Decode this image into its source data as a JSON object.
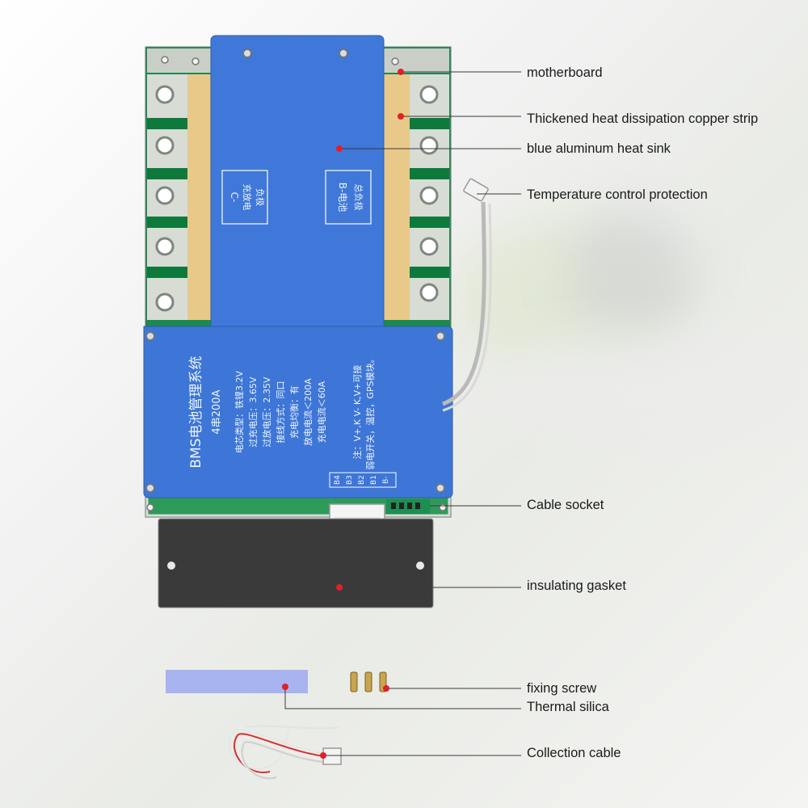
{
  "colors": {
    "heatsink_blue": "#3f78d8",
    "copper_strip": "#e8c98a",
    "pcb_green": "#0e8a44",
    "gasket_dark": "#3a3a3a",
    "leader_dot": "#e0202a",
    "silica_pad": "#a8b4ef"
  },
  "labels": {
    "motherboard": "motherboard",
    "copper_strip": "Thickened heat dissipation copper strip",
    "heat_sink": "blue aluminum heat sink",
    "temperature": "Temperature control protection",
    "cable_socket": "Cable socket",
    "gasket": "insulating gasket",
    "fixing_screw": "fixing screw",
    "thermal_silica": "Thermal silica",
    "collection_cable": "Collection cable"
  },
  "board": {
    "c_minus_line1": "C-",
    "c_minus_line2": "充放电",
    "c_minus_line3": "负极",
    "b_minus_line1": "B-电池",
    "b_minus_line2": "总负极",
    "title": "BMS电池管理系统",
    "model": "4串200A",
    "specs": [
      "电芯类型：铁锂3.2V",
      "过充电压：3.65V",
      "过放电压：2.35V",
      "接线方式：同口",
      "充电均衡：有",
      "放电电流＜200A",
      "充电电流＜60A"
    ],
    "note1": "注：V+,K V- K,V+可接",
    "note2": "弱电开关，温控，GPS模块。",
    "pins": [
      "B4",
      "B3",
      "B2",
      "B1",
      "B-"
    ]
  }
}
